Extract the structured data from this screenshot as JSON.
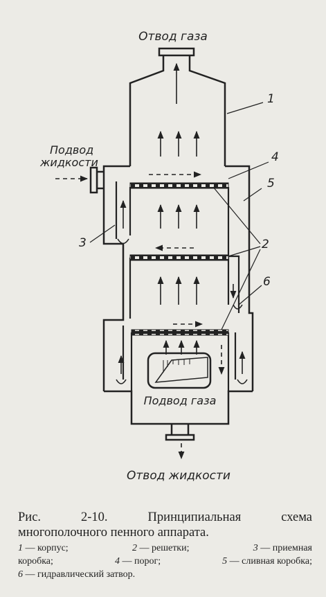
{
  "labels": {
    "gas_out": "Отвод газа",
    "liquid_in_line1": "Подвод",
    "liquid_in_line2": "жидкости",
    "gas_in": "Подвод газа",
    "liquid_out": "Отвод жидкости"
  },
  "callouts": [
    "1",
    "2",
    "3",
    "4",
    "5",
    "6"
  ],
  "caption": {
    "title_line1": "Рис. 2-10. Принципиальная схема",
    "title_line2": "многополочного пенного аппарата."
  },
  "legend": [
    {
      "num": "1",
      "text": "— корпус;"
    },
    {
      "num": "2",
      "text": "— решетки;"
    },
    {
      "num": "3",
      "text": "— приемная"
    },
    {
      "num": "",
      "text": "коробка;"
    },
    {
      "num": "4",
      "text": "— порог;"
    },
    {
      "num": "5",
      "text": "— сливная коробка;"
    },
    {
      "num": "6",
      "text": "— гидравлический затвор."
    }
  ],
  "colors": {
    "ink": "#222222",
    "paper": "#ecebe6",
    "accent": "#6b2a3a"
  }
}
